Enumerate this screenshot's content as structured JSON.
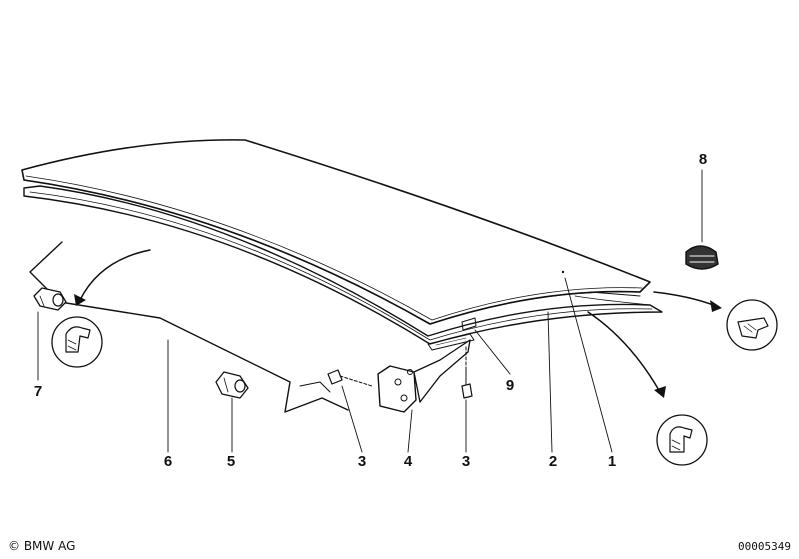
{
  "callouts": {
    "c1": "1",
    "c2": "2",
    "c3a": "3",
    "c3b": "3",
    "c4": "4",
    "c5": "5",
    "c6": "6",
    "c7": "7",
    "c8": "8",
    "c9": "9"
  },
  "footer": {
    "copyright": "© BMW AG",
    "diagram_number": "00005349"
  }
}
